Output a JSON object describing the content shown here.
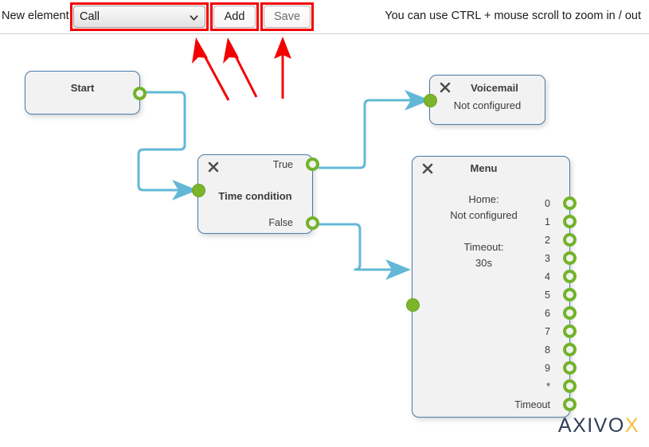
{
  "toolbar": {
    "label": "New element",
    "select_value": "Call",
    "select_options": [
      "Call"
    ],
    "add_label": "Add",
    "save_label": "Save",
    "zoom_hint": "You can use CTRL + mouse scroll to zoom in / out"
  },
  "annotations": {
    "arrow_color": "#f40000",
    "highlight_color": "#f40000",
    "arrows": [
      {
        "name": "arrow-to-select",
        "target": "element-select"
      },
      {
        "name": "arrow-to-add",
        "target": "add-button"
      },
      {
        "name": "arrow-to-save",
        "target": "save-button"
      }
    ]
  },
  "theme": {
    "node_fill": "#f2f2f2",
    "node_border": "#4a7ba6",
    "edge_color": "#62b8d6",
    "port_out_color": "#73b32b",
    "port_in_color": "#7cb52b",
    "logo_main_color": "#2f3d56",
    "logo_accent_color": "#f4bd3e"
  },
  "canvas": {
    "nodes": [
      {
        "id": "start",
        "title": "Start",
        "subtitle": "",
        "closable": false,
        "outputs": [
          ""
        ],
        "inputs": 0
      },
      {
        "id": "time-condition",
        "title": "Time condition",
        "subtitle": "",
        "closable": true,
        "outputs": [
          "True",
          "False"
        ],
        "inputs": 1
      },
      {
        "id": "voicemail",
        "title": "Voicemail",
        "subtitle": "Not configured",
        "closable": true,
        "outputs": [],
        "inputs": 1
      },
      {
        "id": "menu",
        "title": "Menu",
        "subtitle_lines": [
          "Home:",
          "Not configured",
          "",
          "Timeout:",
          "30s"
        ],
        "home_label": "Home:",
        "home_value": "Not configured",
        "timeout_label": "Timeout:",
        "timeout_value": "30s",
        "closable": true,
        "outputs": [
          "0",
          "1",
          "2",
          "3",
          "4",
          "5",
          "6",
          "7",
          "8",
          "9",
          "*",
          "Timeout"
        ],
        "inputs": 1
      }
    ],
    "edges": [
      {
        "from": "start",
        "from_port": "",
        "to": "time-condition"
      },
      {
        "from": "time-condition",
        "from_port": "True",
        "to": "voicemail"
      },
      {
        "from": "time-condition",
        "from_port": "False",
        "to": "menu"
      }
    ]
  },
  "logo": {
    "main": "AXIVO",
    "accent": "X"
  }
}
